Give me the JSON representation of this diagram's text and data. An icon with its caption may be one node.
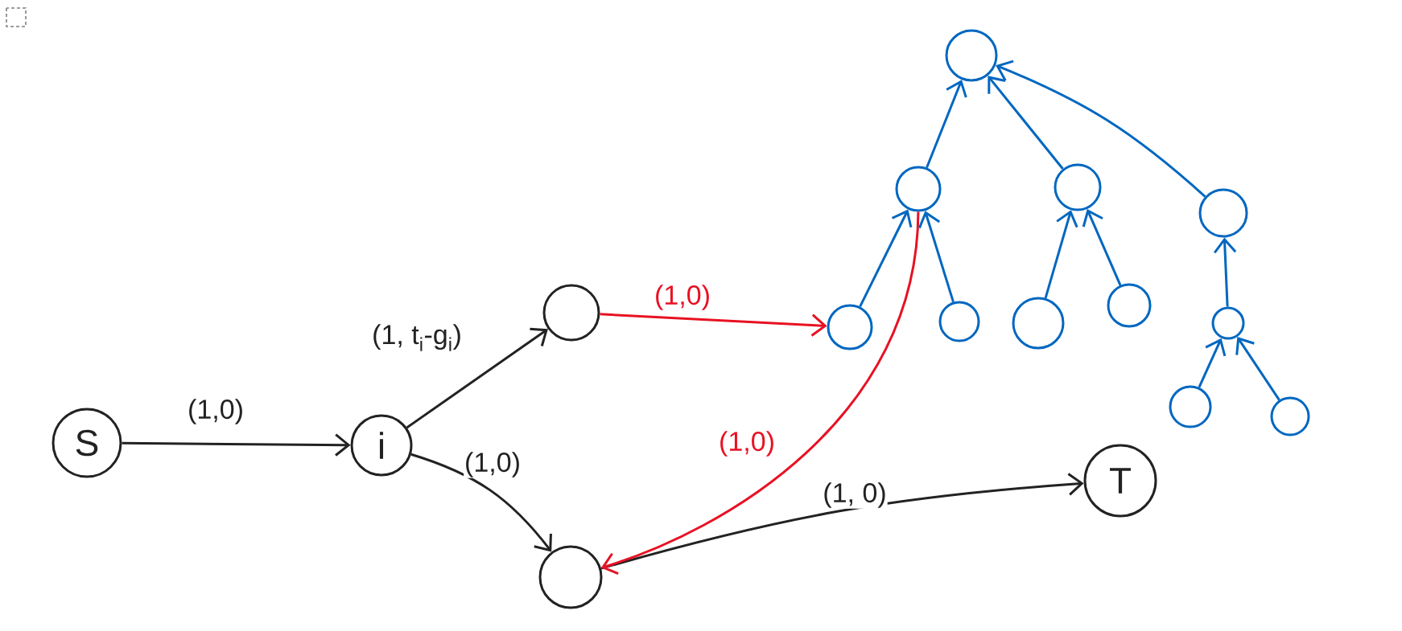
{
  "diagram": {
    "nodes": [
      {
        "text": [
          "S"
        ]
      },
      {
        "text": [
          "i"
        ]
      },
      {
        "text": [],
        "shape": "circle"
      },
      {
        "text": [],
        "shape": "circle"
      },
      {
        "text": [
          "T"
        ]
      },
      {
        "text": [],
        "shape": "circle"
      },
      {
        "text": [],
        "shape": "circle"
      },
      {
        "text": [],
        "shape": "circle"
      },
      {
        "text": [],
        "shape": "circle"
      },
      {
        "text": [],
        "shape": "circle"
      },
      {
        "text": [],
        "shape": "circle"
      },
      {
        "text": [],
        "shape": "circle"
      },
      {
        "text": [],
        "shape": "circle"
      },
      {
        "text": [],
        "shape": "circle"
      },
      {
        "text": [],
        "shape": "circle"
      },
      {
        "text": [],
        "shape": "circle"
      }
    ],
    "edges": [
      {
        "from": 0,
        "to": 1,
        "arrow": "to",
        "label": "(1,0)",
        "color": "#222222"
      },
      {
        "from": 1,
        "to": 2,
        "arrow": "to",
        "label": "(1, t$_{i}$-g$_{i}$)",
        "color": "#222222"
      },
      {
        "from": 1,
        "to": 3,
        "arrow": "to",
        "label": "(1,0)",
        "color": "#222222"
      },
      {
        "from": 3,
        "to": 4,
        "arrow": "to",
        "label": "(1, 0)",
        "color": "#222222"
      },
      {
        "from": 2,
        "to": 9,
        "arrow": "to",
        "label": "(1,0)",
        "color": "#e81123"
      },
      {
        "from": 6,
        "to": 3,
        "arrow": "to",
        "label": "(1,0)",
        "color": "#e81123"
      },
      {
        "from": 6,
        "to": 5,
        "arrow": "to"
      },
      {
        "from": 7,
        "to": 5,
        "arrow": "to"
      },
      {
        "from": 8,
        "to": 5,
        "arrow": "to"
      },
      {
        "from": 9,
        "to": 6,
        "arrow": "to"
      },
      {
        "from": 10,
        "to": 6,
        "arrow": "to"
      },
      {
        "from": 11,
        "to": 7,
        "arrow": "to"
      },
      {
        "from": 12,
        "to": 7,
        "arrow": "to"
      },
      {
        "from": 13,
        "to": 8,
        "arrow": "to"
      },
      {
        "from": 14,
        "to": 13,
        "arrow": "to"
      },
      {
        "from": 15,
        "to": 13,
        "arrow": "to"
      }
    ]
  }
}
